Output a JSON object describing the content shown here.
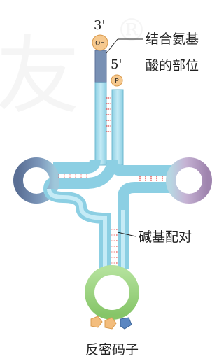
{
  "labels": {
    "end_3": "3'",
    "end_5": "5'",
    "oh": "OH",
    "p": "P",
    "amino_site_line1": "结合氨基",
    "amino_site_line2": "酸的部位",
    "base_pairing": "碱基配对",
    "anticodon": "反密码子"
  },
  "watermark": {
    "registered_symbol": "®",
    "char": "友"
  },
  "colors": {
    "strand": "#a9dceb",
    "strand_stroke": "#6fb8cf",
    "strand_dark": "#7e93b6",
    "left_loop": "#6d85a8",
    "right_loop": "#b9a7c6",
    "anticodon_loop": "#a7d88a",
    "base_pair": "#e04848",
    "end_cap": "#f6c98f",
    "end_cap_stroke": "#d99a4d",
    "anticodon_base_1": "#f3bd7d",
    "anticodon_base_2": "#f3bd7d",
    "anticodon_base_3": "#5b87c2"
  }
}
